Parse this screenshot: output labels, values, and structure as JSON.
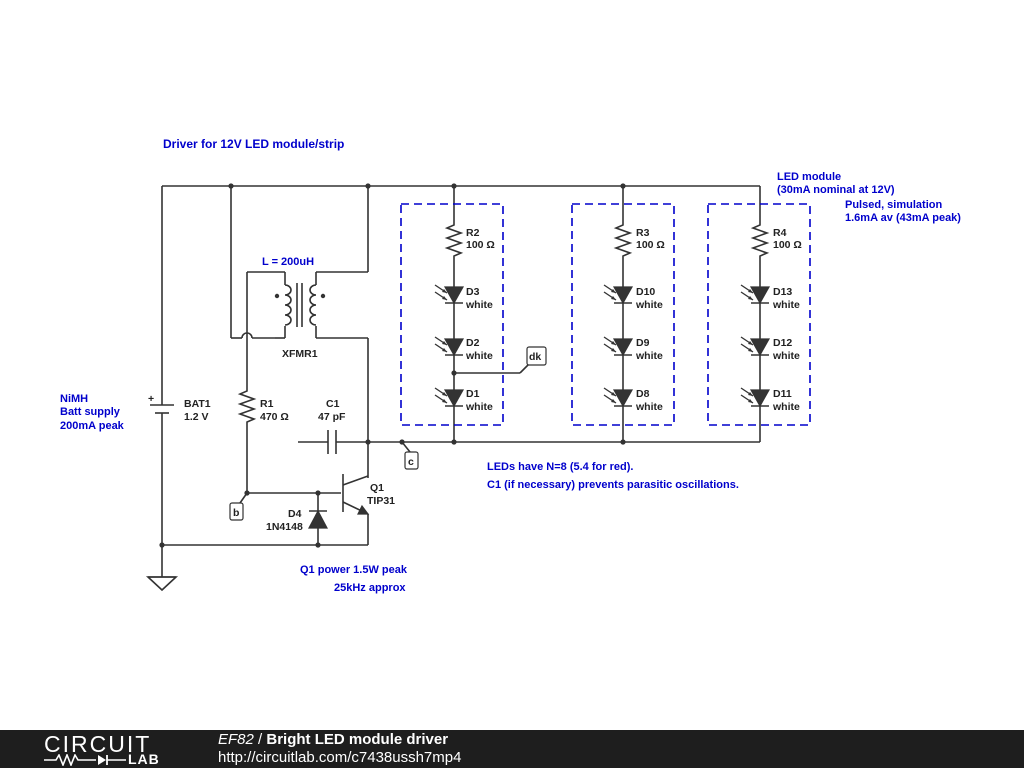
{
  "title": "Driver for 12V LED module/strip",
  "notes": {
    "battery": [
      "NiMH",
      "Batt supply",
      "200mA peak"
    ],
    "led_module": [
      "LED module",
      "(30mA nominal at 12V)"
    ],
    "pulsed": [
      "Pulsed, simulation",
      "1.6mA av  (43mA peak)"
    ],
    "leds": [
      "LEDs have N=8 (5.4 for red).",
      "C1 (if necessary) prevents parasitic oscillations."
    ],
    "q1": [
      "Q1 power 1.5W peak",
      "25kHz approx"
    ]
  },
  "components": {
    "bat1": {
      "name": "BAT1",
      "value": "1.2 V"
    },
    "r1": {
      "name": "R1",
      "value": "470 Ω"
    },
    "c1": {
      "name": "C1",
      "value": "47 pF"
    },
    "q1": {
      "name": "Q1",
      "value": "TIP31"
    },
    "d4": {
      "name": "D4",
      "value": "1N4148"
    },
    "xfmr1": {
      "name": "XFMR1",
      "value": "L = 200uH"
    },
    "r2": {
      "name": "R2",
      "value": "100 Ω"
    },
    "r3": {
      "name": "R3",
      "value": "100 Ω"
    },
    "r4": {
      "name": "R4",
      "value": "100 Ω"
    },
    "d3": {
      "name": "D3",
      "value": "white"
    },
    "d2": {
      "name": "D2",
      "value": "white"
    },
    "d1": {
      "name": "D1",
      "value": "white"
    },
    "d10": {
      "name": "D10",
      "value": "white"
    },
    "d9": {
      "name": "D9",
      "value": "white"
    },
    "d8": {
      "name": "D8",
      "value": "white"
    },
    "d13": {
      "name": "D13",
      "value": "white"
    },
    "d12": {
      "name": "D12",
      "value": "white"
    },
    "d11": {
      "name": "D11",
      "value": "white"
    }
  },
  "nodes": {
    "b": "b",
    "c": "c",
    "dk": "dk"
  },
  "footer": {
    "logo_top": "CIRCUIT",
    "logo_bottom": "LAB",
    "id": "EF82",
    "sep": " / ",
    "name": "Bright LED module driver",
    "url": "http://circuitlab.com/c7438ussh7mp4"
  },
  "colors": {
    "wire": "#333333",
    "annotation": "#0000cc",
    "footer_bg": "#1e1e1e"
  }
}
